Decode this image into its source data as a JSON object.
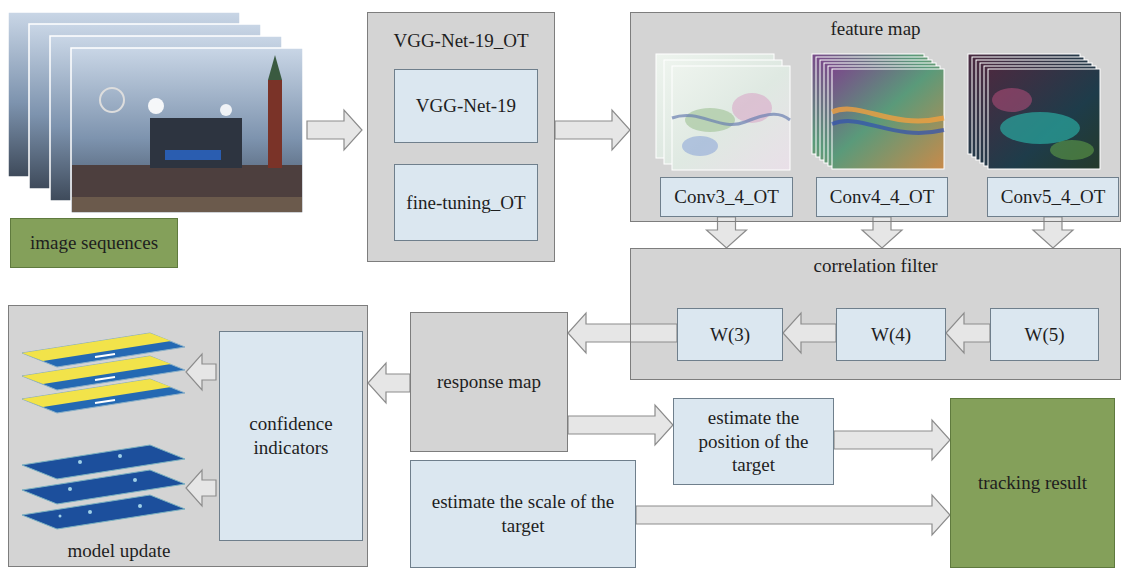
{
  "diagram": {
    "nodes": [
      {
        "text": [
          "image sequences"
        ]
      },
      {
        "text": [
          "VGG-Net-19_OT"
        ]
      },
      {
        "text": [
          "VGG-Net-19"
        ],
        "in": 1
      },
      {
        "text": [
          "fine-tuning_OT"
        ],
        "in": 1
      },
      {
        "text": [
          "feature map"
        ]
      },
      {
        "text": [
          "Conv3_4_OT"
        ],
        "in": 4
      },
      {
        "text": [
          "Conv4_4_OT"
        ],
        "in": 4
      },
      {
        "text": [
          "Conv5_4_OT"
        ],
        "in": 4
      },
      {
        "text": [
          "correlation filter"
        ]
      },
      {
        "text": [
          "W(3)"
        ],
        "in": 8
      },
      {
        "text": [
          "W(4)"
        ],
        "in": 8
      },
      {
        "text": [
          "W(5)"
        ],
        "in": 8
      },
      {
        "text": [
          "response map"
        ]
      },
      {
        "text": [
          "model update"
        ]
      },
      {
        "text": [
          "confidence indicators"
        ],
        "in": 13
      },
      {
        "text": [
          "estimate the position of the target"
        ]
      },
      {
        "text": [
          "estimate the scale of the target"
        ]
      },
      {
        "text": [
          "tracking result"
        ]
      }
    ],
    "edges": [
      {
        "from": 1,
        "to": 4,
        "arrow": "to"
      },
      {
        "from": 5,
        "to": 8,
        "arrow": "to"
      },
      {
        "from": 6,
        "to": 8,
        "arrow": "to"
      },
      {
        "from": 7,
        "to": 8,
        "arrow": "to"
      },
      {
        "from": 11,
        "to": 10,
        "arrow": "to"
      },
      {
        "from": 10,
        "to": 9,
        "arrow": "to"
      },
      {
        "from": 9,
        "to": 12,
        "arrow": "to"
      },
      {
        "from": 12,
        "to": 13,
        "arrow": "to"
      },
      {
        "from": 12,
        "to": 15,
        "arrow": "to"
      },
      {
        "from": 15,
        "to": 17,
        "arrow": "to"
      },
      {
        "from": 16,
        "to": 17,
        "arrow": "to"
      }
    ]
  }
}
